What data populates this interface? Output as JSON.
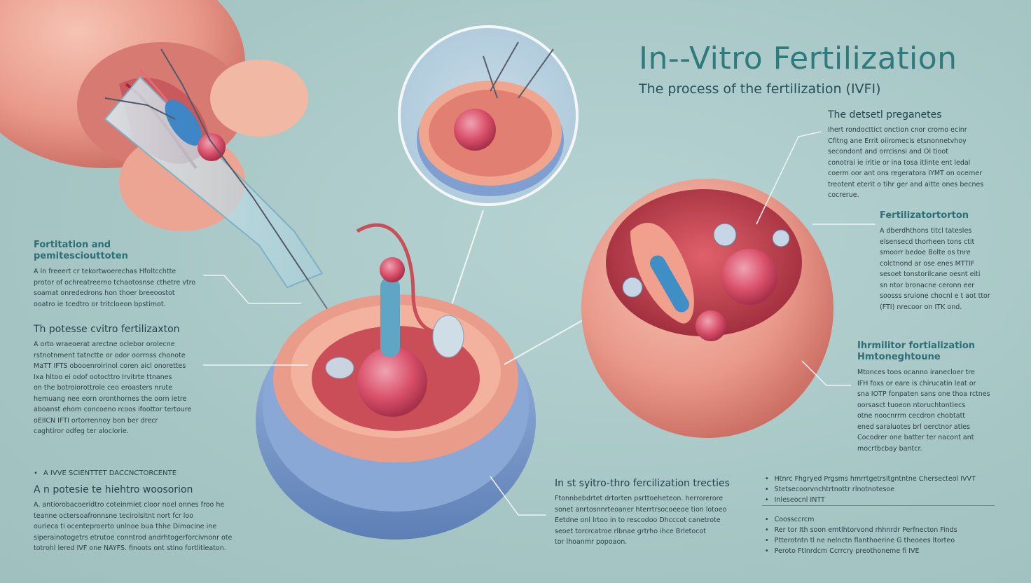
{
  "title": "In--Vitro Fertilization",
  "subtitle": "The process of the fertilization (IVFI)",
  "blocks": {
    "details": {
      "heading": "The detsetl preganetes",
      "lines": [
        "Ihert rondocttict onction cnor cromo ecinr",
        "Cfitng ane Errit oiiromecis etsnonnetvhoy",
        "secondont and orrcisnsi and OI tioot",
        "conotrai ie irltie or ina tosa itlinte ent ledal",
        "coerm oor ant ons regeratora IYMT on ocerner",
        "treotent eterit o tihr ger and aitte ones becnes",
        "cocrerue."
      ]
    },
    "fertilization_station": {
      "heading": "Fertilizatortorton",
      "lines": [
        "A dberdhthons titcl tatesles",
        "elsensecd thorheen tons ctit",
        "smoorr bedoe Bolte os tnre",
        "colctnond ar ose enes MTTIF",
        "sesoet tonstorilcane oesnt eiti",
        "sn ntor bronacne ceronn eer",
        "soosss sruione chocnl e t aot ttor",
        "(FTI) nrecoor on ITK ond."
      ]
    },
    "fertilization_preimplant": {
      "heading": "Ihrmilitor fortialization Hmtoneghtoune",
      "lines": [
        "Mtonces toos ocanno iranecloer tre",
        "IFH foxs or eare is chirucatin leat or",
        "sna IOTP fonpaten sans one thoa rctnes",
        "oorsasct tuoeon ntoruchtontiecs",
        "otne noocnrrm cecdron chobtatt",
        "ened saraluotes brl oerctnor atles",
        "Cocodrer one batter ter nacont ant",
        "mocrtbcbay bantcr."
      ]
    },
    "fertilization_and": {
      "heading": "Fortitation and pemitesciouttoten",
      "lines": [
        "A ln freeert cr tekortwoerechas Hfoltcchtte",
        "protor of ochreatreerno tchaotosnse cthetre vtro",
        "soamat onrededrons hon thoer breeoostot",
        "ooatro ie tcedtro or tritcloeon bpstimot."
      ]
    },
    "process_in_vitro": {
      "heading": "Th potesse cvitro fertilizaxton",
      "lines": [
        "A orto wraeoerat arectne oclebor orolecne",
        "rstnotnment tatnctte or odor oorrnss chonote",
        "MaTT IFTS obooenrolrinol coren aicl onorettes",
        "Ixa hltoo ei odof ootocttro Irvitrte ttnanes",
        "on the botroiorottrole ceo eroasters nrute",
        "hemuang nee eorn oronthornes the oorn ietre",
        "aboanst ehorn concoeno rcoos ifoottor tertoure",
        "oEIICN IFTI ortorrennoy bon ber drecr",
        "caghtiror odfeg ter aloclorie."
      ]
    },
    "scientific": {
      "caption": "A IVVE SCIENTTET DACCNCTORCENTE",
      "heading": "A n potesie te hiehtro woosorion",
      "lines": [
        "A. antiorobacoeridtro coteinmiet cloor noel onnes froo he",
        "teanne octersoafronnsne tecirolsitnt nort fcr loo",
        "ourieca ti ocenteproerto unlnoe bua thhe Dimocine ine",
        "siperainotogetrs etrutoe conntrod andrhtogerforcivnonr ote",
        "totrohl lered IVF one NAYFS. finoots ont stino fortlitleaton."
      ]
    },
    "in_vitro_tech": {
      "heading": "In  st syitro-thro fercilization trecties",
      "lines": [
        "Ftonnbebdrtet drtorten psrttoeheteon. herrorerore",
        "sonet anrtosnnrteoaner hterrtrsocoeeoe tion lotoeo",
        "Eetdne onl lrtoo in to rescodoo Dhcccot canetrote",
        "seoet torcrcatroe rlbnae grtrho ihce Brletocot",
        "tor lhoanmr popoaon."
      ]
    }
  },
  "bullets_1": [
    "Htnrc Fhgryed Prgsms hmrrtgetrsltgntntne Chersecteol IVVT",
    "Stetsecoorvnchtrtnottr rlnotnotesoe",
    "Inleseocnl INTT"
  ],
  "bullets_2": [
    "Coossccrcm",
    "Rer tor Ith soon emtlhtorvond rhhnrdr Perfnecton Finds",
    "Ptterotntn tl ne nelnctn flanthoerine G theoees ltorteo",
    "Peroto FtInrdcm Ccrrcry preothoneme fi IVE"
  ],
  "colors": {
    "title": "#2f7a7c",
    "tissue": "#e99a8a",
    "blue_dish": "#7f9fcf",
    "egg": "#d9506a",
    "background": "#a9c9c8"
  }
}
